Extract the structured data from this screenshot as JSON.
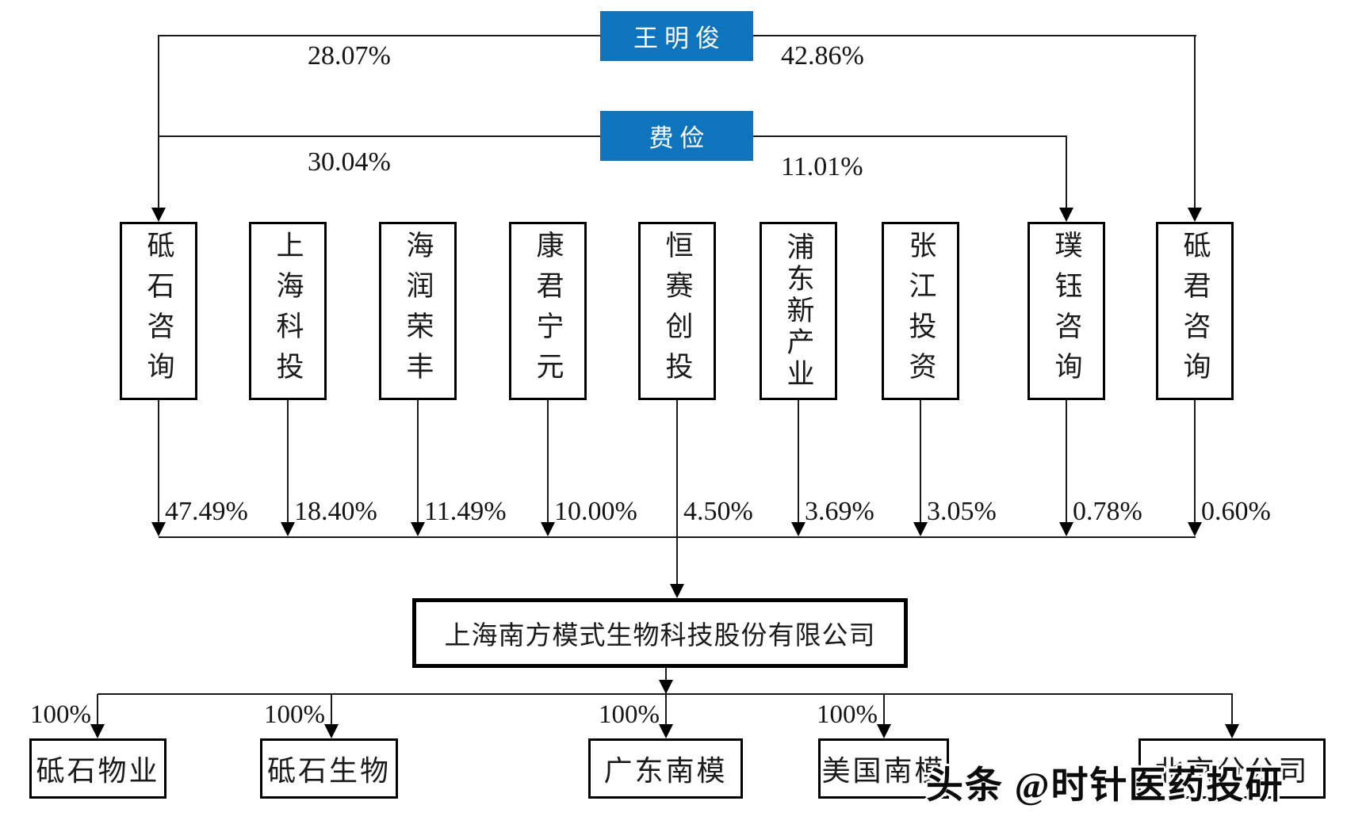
{
  "diagram": {
    "persons": [
      {
        "name": "王明俊",
        "left_percent": "28.07%",
        "right_percent": "42.86%",
        "left_target": "砥石咨询",
        "right_target": "砥君咨询"
      },
      {
        "name": "费俭",
        "left_percent": "30.04%",
        "right_percent": "11.01%",
        "left_target": "砥石咨询",
        "right_target": "璞钰咨询"
      }
    ],
    "shareholders": [
      {
        "name": "砥石咨询",
        "percent": "47.49%"
      },
      {
        "name": "上海科投",
        "percent": "18.40%"
      },
      {
        "name": "海润荣丰",
        "percent": "11.49%"
      },
      {
        "name": "康君宁元",
        "percent": "10.00%"
      },
      {
        "name": "恒赛创投",
        "percent": "4.50%"
      },
      {
        "name": "浦东新产业",
        "percent": "3.69%"
      },
      {
        "name": "张江投资",
        "percent": "3.05%"
      },
      {
        "name": "璞钰咨询",
        "percent": "0.78%"
      },
      {
        "name": "砥君咨询",
        "percent": "0.60%"
      }
    ],
    "company": {
      "name": "上海南方模式生物科技股份有限公司"
    },
    "subsidiaries": [
      {
        "name": "砥石物业",
        "percent": "100%"
      },
      {
        "name": "砥石生物",
        "percent": "100%"
      },
      {
        "name": "广东南模",
        "percent": "100%"
      },
      {
        "name": "美国南模",
        "percent": "100%"
      },
      {
        "name": "北京分公司",
        "percent": ""
      }
    ],
    "watermark": "头条 @时针医药投研",
    "colors": {
      "person_box_blue": "#0e74bd",
      "line_black": "#1a1a1a"
    }
  }
}
